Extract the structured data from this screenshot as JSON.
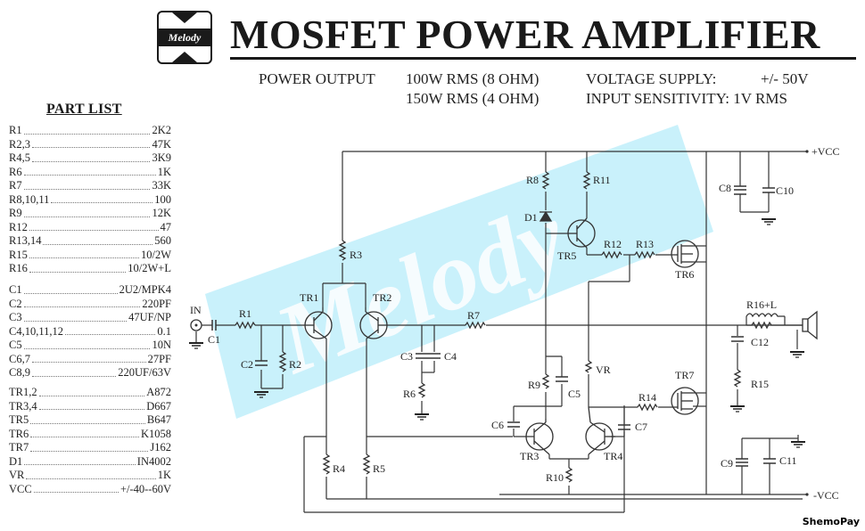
{
  "logo": {
    "text": "Melody"
  },
  "title": "MOSFET POWER AMPLIFIER",
  "specs": {
    "power_output_label": "POWER OUTPUT",
    "power_output_8ohm": "100W RMS (8 OHM)",
    "power_output_4ohm": "150W RMS (4 OHM)",
    "voltage_supply_label": "VOLTAGE SUPPLY:",
    "voltage_supply_value": "+/- 50V",
    "input_sensitivity": "INPUT SENSITIVITY: 1V RMS"
  },
  "part_list": {
    "title": "PART LIST",
    "resistors": [
      {
        "ref": "R1",
        "value": "2K2"
      },
      {
        "ref": "R2,3",
        "value": "47K"
      },
      {
        "ref": "R4,5",
        "value": "3K9"
      },
      {
        "ref": "R6",
        "value": "1K"
      },
      {
        "ref": "R7",
        "value": "33K"
      },
      {
        "ref": "R8,10,11",
        "value": "100"
      },
      {
        "ref": "R9",
        "value": "12K"
      },
      {
        "ref": "R12",
        "value": "47"
      },
      {
        "ref": "R13,14",
        "value": "560"
      },
      {
        "ref": "R15",
        "value": "10/2W"
      },
      {
        "ref": "R16",
        "value": "10/2W+L"
      }
    ],
    "capacitors": [
      {
        "ref": "C1",
        "value": "2U2/MPK4"
      },
      {
        "ref": "C2",
        "value": "220PF"
      },
      {
        "ref": "C3",
        "value": "47UF/NP"
      },
      {
        "ref": "C4,10,11,12",
        "value": "0.1"
      },
      {
        "ref": "C5",
        "value": "10N"
      },
      {
        "ref": "C6,7",
        "value": "27PF"
      },
      {
        "ref": "C8,9",
        "value": "220UF/63V"
      }
    ],
    "semiconductors": [
      {
        "ref": "TR1,2",
        "value": "A872"
      },
      {
        "ref": "TR3,4",
        "value": "D667"
      },
      {
        "ref": "TR5",
        "value": "B647"
      },
      {
        "ref": "TR6",
        "value": "K1058"
      },
      {
        "ref": "TR7",
        "value": "J162"
      },
      {
        "ref": "D1",
        "value": "IN4002"
      },
      {
        "ref": "VR",
        "value": "1K"
      },
      {
        "ref": "VCC",
        "value": "+/-40--60V"
      }
    ]
  },
  "schematic": {
    "watermark": "Melody",
    "watermark_color": "#bfeffa",
    "labels": {
      "in": "IN",
      "vcc_pos": "+VCC",
      "vcc_neg": "-VCC",
      "R1": "R1",
      "R2": "R2",
      "R3": "R3",
      "R4": "R4",
      "R5": "R5",
      "R6": "R6",
      "R7": "R7",
      "R8": "R8",
      "R9": "R9",
      "R10": "R10",
      "R11": "R11",
      "R12": "R12",
      "R13": "R13",
      "R14": "R14",
      "R15": "R15",
      "R16L": "R16+L",
      "C1": "C1",
      "C2": "C2",
      "C3": "C3",
      "C4": "C4",
      "C5": "C5",
      "C6": "C6",
      "C7": "C7",
      "C8": "C8",
      "C9": "C9",
      "C10": "C10",
      "C11": "C11",
      "C12": "C12",
      "TR1": "TR1",
      "TR2": "TR2",
      "TR3": "TR3",
      "TR4": "TR4",
      "TR5": "TR5",
      "TR6": "TR6",
      "TR7": "TR7",
      "D1": "D1",
      "VR": "VR"
    }
  },
  "badge": "ShemoPay"
}
